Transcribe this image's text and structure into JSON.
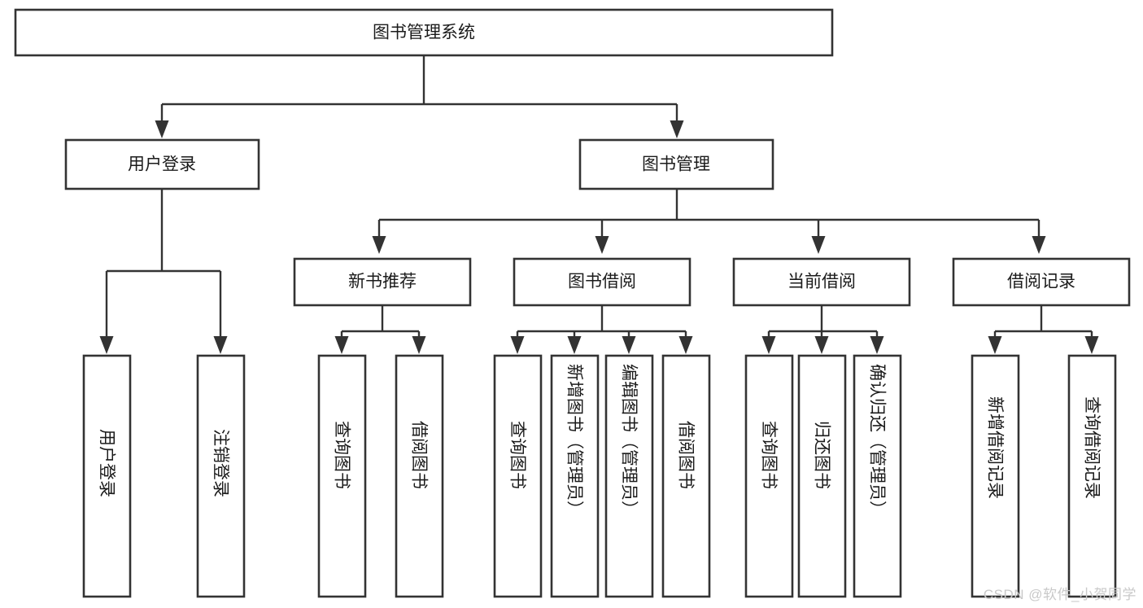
{
  "diagram": {
    "type": "tree-hierarchy",
    "title": "图书管理系统",
    "watermark": "CSDN @软件_小贺同学",
    "colors": {
      "stroke": "#333333",
      "fill": "#ffffff",
      "text": "#1b1b1b",
      "watermark": "#c9c9c9"
    },
    "root": {
      "label": "图书管理系统"
    },
    "level2": [
      {
        "label": "用户登录"
      },
      {
        "label": "图书管理"
      }
    ],
    "level3": [
      {
        "label": "新书推荐"
      },
      {
        "label": "图书借阅"
      },
      {
        "label": "当前借阅"
      },
      {
        "label": "借阅记录"
      }
    ],
    "leaves": {
      "user_login": [
        {
          "label": "用户登录"
        },
        {
          "label": "注销登录"
        }
      ],
      "new_book_recommend": [
        {
          "label": "查询图书"
        },
        {
          "label": "借阅图书"
        }
      ],
      "book_borrow": [
        {
          "label": "查询图书"
        },
        {
          "label": "新增图书（管理员）"
        },
        {
          "label": "编辑图书（管理员）"
        },
        {
          "label": "借阅图书"
        }
      ],
      "current_borrow": [
        {
          "label": "查询图书"
        },
        {
          "label": "归还图书"
        },
        {
          "label": "确认归还（管理员）"
        }
      ],
      "borrow_records": [
        {
          "label": "新增借阅记录"
        },
        {
          "label": "查询借阅记录"
        }
      ]
    }
  }
}
